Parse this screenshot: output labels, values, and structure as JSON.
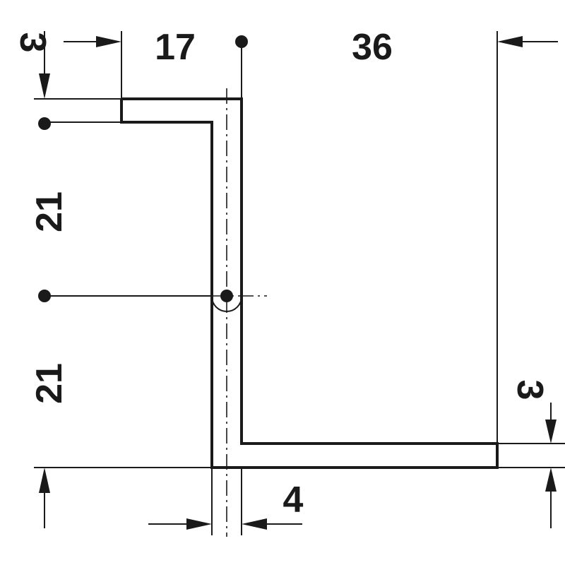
{
  "dimensions": {
    "top_flange_thickness": "3",
    "top_flange_width": "17",
    "bottom_flange_width": "36",
    "upper_height": "21",
    "lower_height": "21",
    "bottom_flange_thickness": "3",
    "web_thickness": "4"
  },
  "colors": {
    "ink": "#1a1a1a",
    "background": "#ffffff"
  }
}
